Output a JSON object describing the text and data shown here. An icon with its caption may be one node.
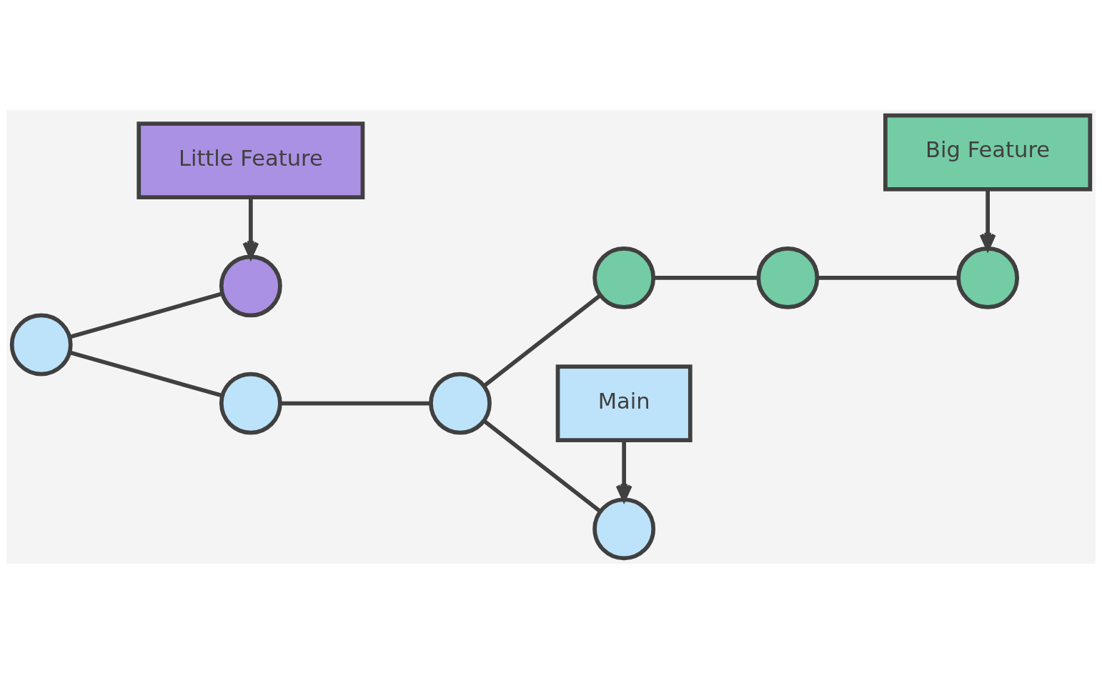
{
  "diagram": {
    "nodes": [
      {
        "text": [
          "Little Feature"
        ]
      },
      {
        "text": [
          "Main"
        ]
      },
      {
        "text": [],
        "shape": "circle"
      },
      {
        "text": [],
        "shape": "circle"
      },
      {
        "text": [],
        "shape": "circle"
      },
      {
        "text": [],
        "shape": "circle"
      },
      {
        "text": [],
        "shape": "circle"
      },
      {
        "text": [],
        "shape": "circle"
      },
      {
        "text": [],
        "shape": "circle"
      },
      {
        "text": [],
        "shape": "circle"
      },
      {
        "text": [
          "Big Feature"
        ]
      }
    ],
    "edges": [
      {
        "from": 0,
        "to": 2,
        "arrow": "to"
      },
      {
        "from": 1,
        "to": 6,
        "arrow": "to"
      },
      {
        "from": 10,
        "to": 9,
        "arrow": "to"
      },
      {
        "from": 3,
        "to": 2,
        "arrow": "none"
      },
      {
        "from": 3,
        "to": 4,
        "arrow": "none"
      },
      {
        "from": 4,
        "to": 5,
        "arrow": "none"
      },
      {
        "from": 5,
        "to": 6,
        "arrow": "none"
      },
      {
        "from": 5,
        "to": 7,
        "arrow": "none"
      },
      {
        "from": 7,
        "to": 8,
        "arrow": "none"
      },
      {
        "from": 8,
        "to": 9,
        "arrow": "none"
      }
    ]
  }
}
